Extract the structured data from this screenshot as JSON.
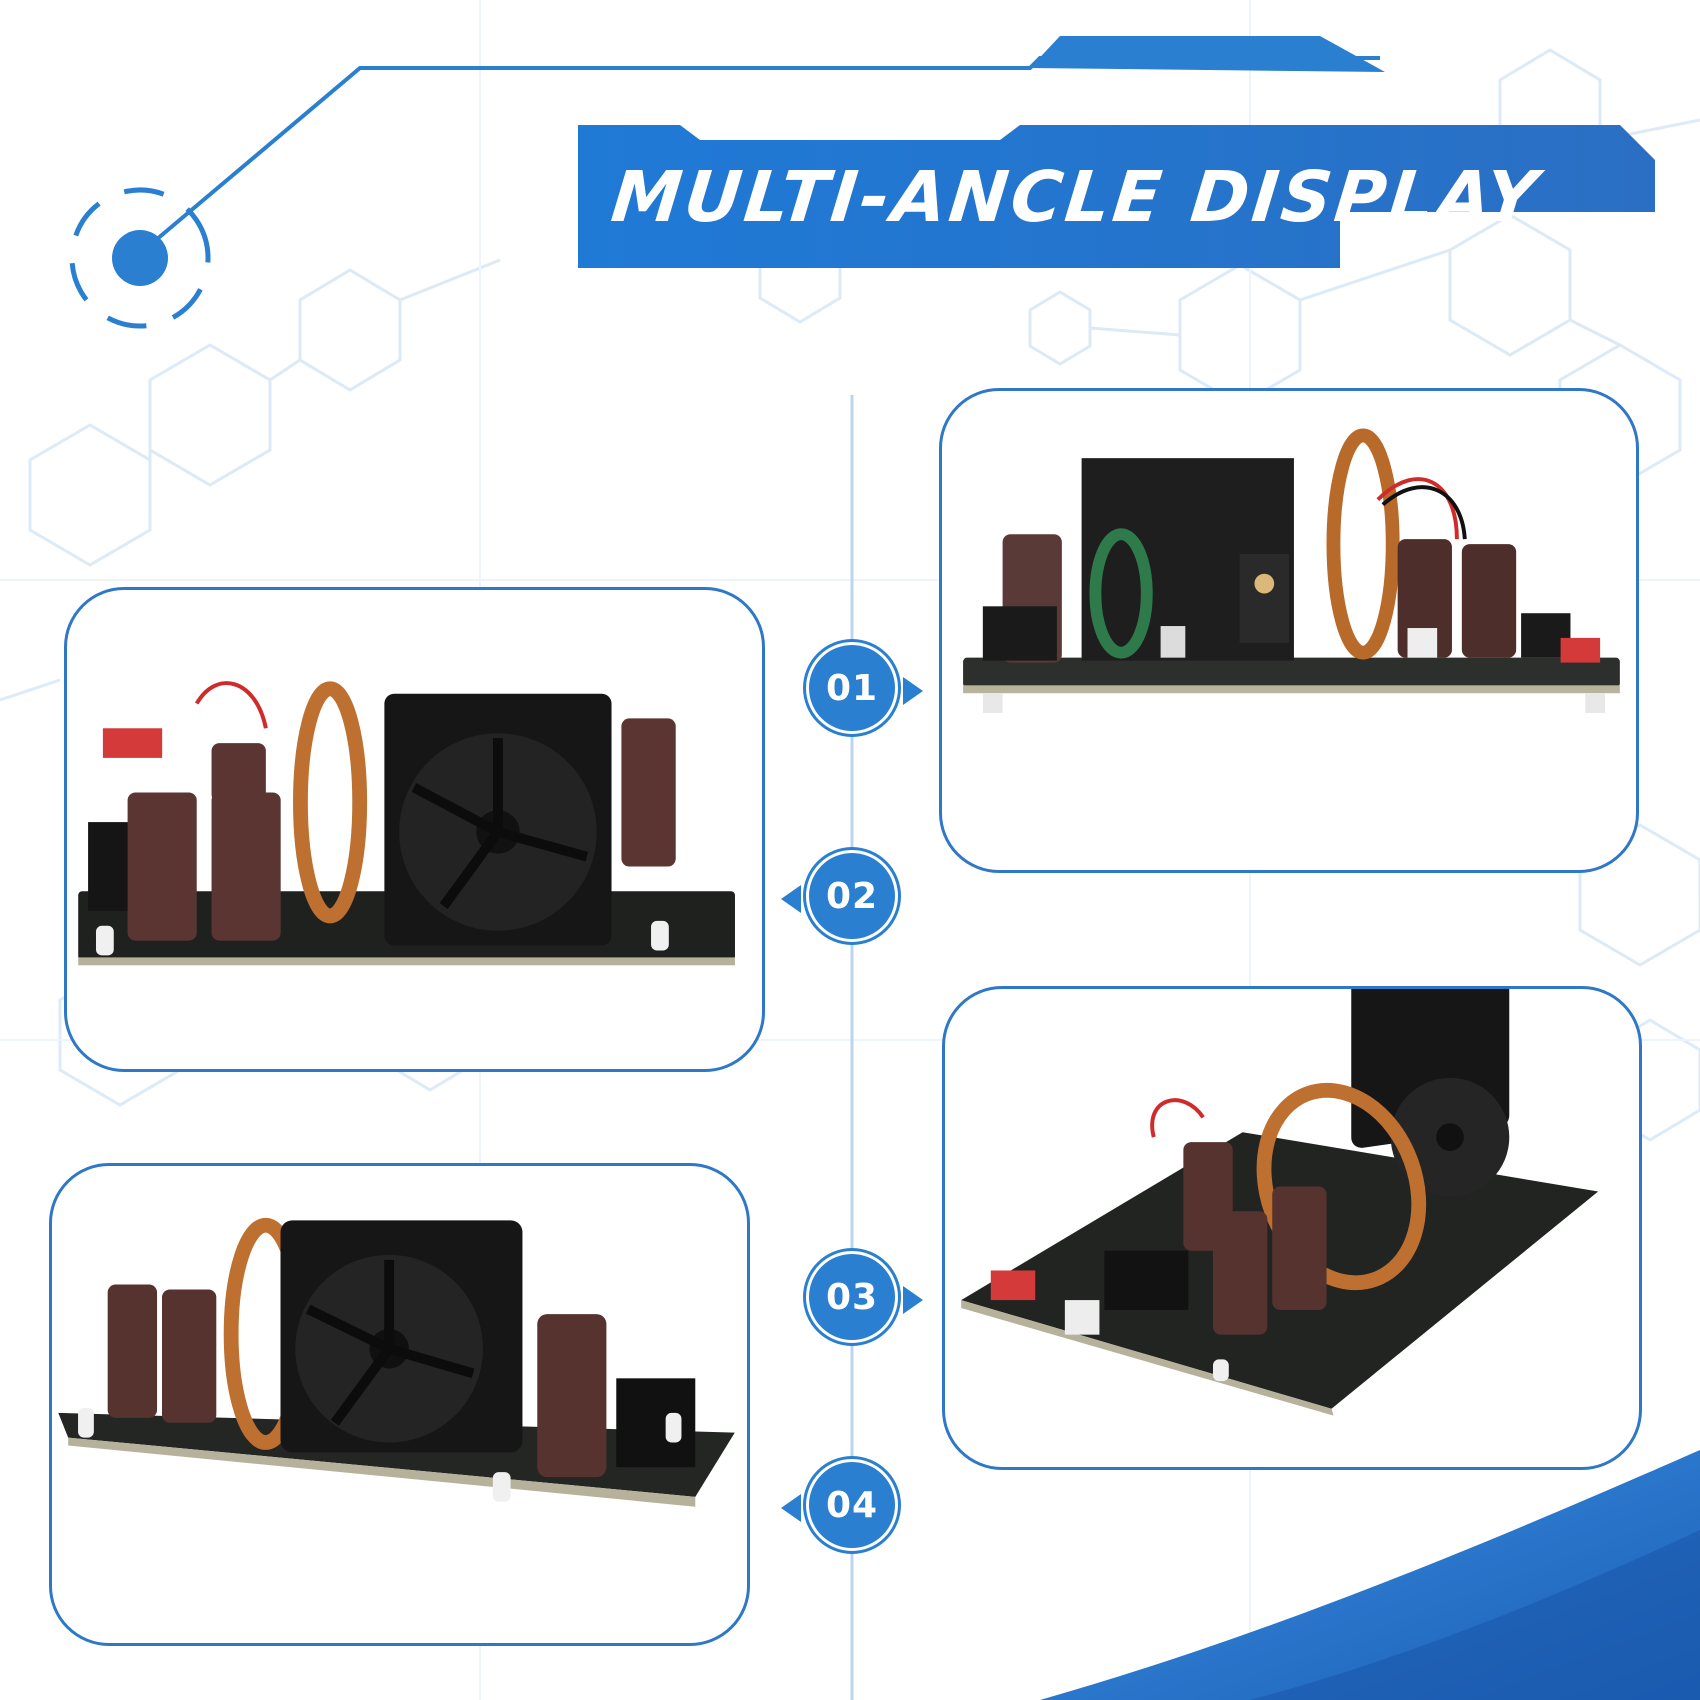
{
  "banner": {
    "title": "MULTI-ANCLE DISPLAY"
  },
  "colors": {
    "accent": "#2a7fd0",
    "card_border": "#2f78c8",
    "hex_pattern": "#d6e6f6"
  },
  "views": [
    {
      "label": "01",
      "product": "DC-DC boost converter board, front side view"
    },
    {
      "label": "02",
      "product": "DC-DC boost converter board, fan side view"
    },
    {
      "label": "03",
      "product": "DC-DC boost converter board, angled top view"
    },
    {
      "label": "04",
      "product": "DC-DC boost converter board, low angled view"
    }
  ]
}
